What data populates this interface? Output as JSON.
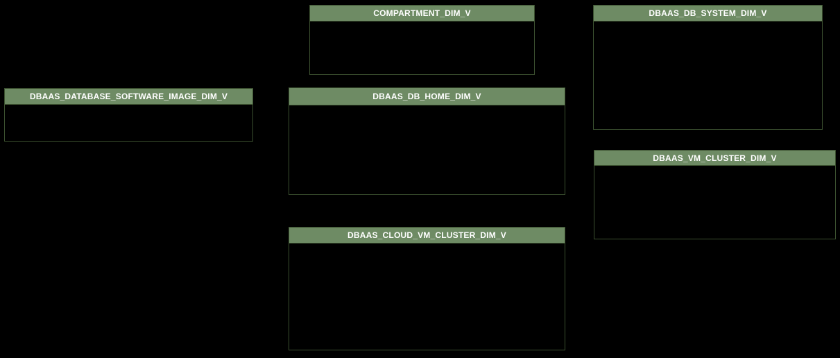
{
  "diagram": {
    "type": "database-entity-diagram",
    "background_color": "#000000",
    "colors": {
      "entity_header_bg": "#6E8B64",
      "entity_border": "#3C5130",
      "entity_title_text": "#FFFFFF",
      "entity_body_bg": "#000000"
    },
    "entities": [
      {
        "name": "COMPARTMENT_DIM_V"
      },
      {
        "name": "DBAAS_DB_SYSTEM_DIM_V"
      },
      {
        "name": "DBAAS_DATABASE_SOFTWARE_IMAGE_DIM_V"
      },
      {
        "name": "DBAAS_DB_HOME_DIM_V"
      },
      {
        "name": "DBAAS_VM_CLUSTER_DIM_V"
      },
      {
        "name": "DBAAS_CLOUD_VM_CLUSTER_DIM_V"
      }
    ]
  }
}
